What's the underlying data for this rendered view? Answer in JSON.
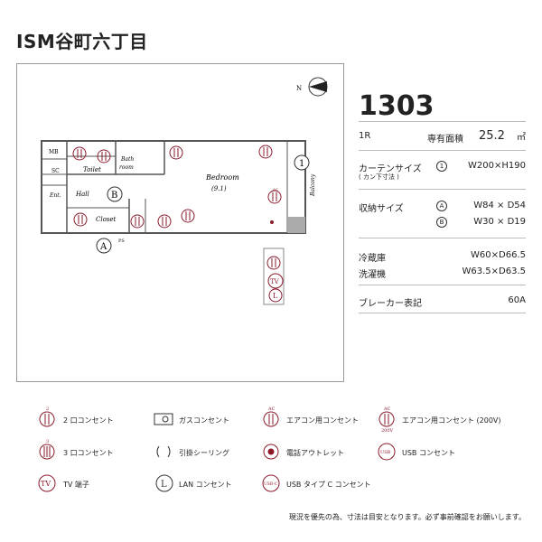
{
  "title": "ISM谷町六丁目",
  "room_number": "1303",
  "plan": {
    "labels": {
      "mb": "MB",
      "toilet": "Toilet",
      "bath": "Bath\nroom",
      "sc": "SC",
      "ent": "Ent.",
      "hall": "Hall",
      "closet": "Closet",
      "bedroom": "Bedroom",
      "bedroom_size": "(9.1)",
      "balcony": "Balcony",
      "ps": "PS",
      "marker_a": "A",
      "marker_b": "B",
      "marker_1": "1",
      "north": "N",
      "tv": "TV",
      "lan": "L",
      "ac": "AC",
      "two": "2",
      "three": "3"
    }
  },
  "specs": {
    "type": "1R",
    "area_label": "専有面積",
    "area_value": "25.2",
    "area_unit": "㎡",
    "curtain_label": "カーテンサイズ",
    "curtain_sub": "( カン下寸法 )",
    "curtain_marker": "1",
    "curtain_value": "W200×H190",
    "storage_label": "収納サイズ",
    "storage_a_marker": "A",
    "storage_a_value": "W84 × D54",
    "storage_b_marker": "B",
    "storage_b_value": "W30 × D19",
    "fridge_label": "冷蔵庫",
    "fridge_value": "W60×D66.5",
    "washer_label": "洗濯機",
    "washer_value": "W63.5×D63.5",
    "breaker_label": "ブレーカー表記",
    "breaker_value": "60A"
  },
  "legend": {
    "outlet2": "2 口コンセント",
    "gas": "ガスコンセント",
    "ac": "エアコン用コンセント",
    "ac200": "エアコン用コンセント (200V)",
    "outlet3": "3 口コンセント",
    "ceiling": "引掛シーリング",
    "phone": "電話アウトレット",
    "usb": "USB コンセント",
    "tv": "TV 端子",
    "lan": "LAN コンセント",
    "usbc": "USB タイプ C コンセント",
    "icon_ac200_sub": "200V",
    "icon_usb": "USB",
    "icon_usbc": "USB-C"
  },
  "note": "現況を優先の為、寸法は目安となります。必ず事前確認をお願いします。",
  "colors": {
    "outlet": "#8b1a2b",
    "wall": "#555555",
    "frame": "#999999"
  }
}
